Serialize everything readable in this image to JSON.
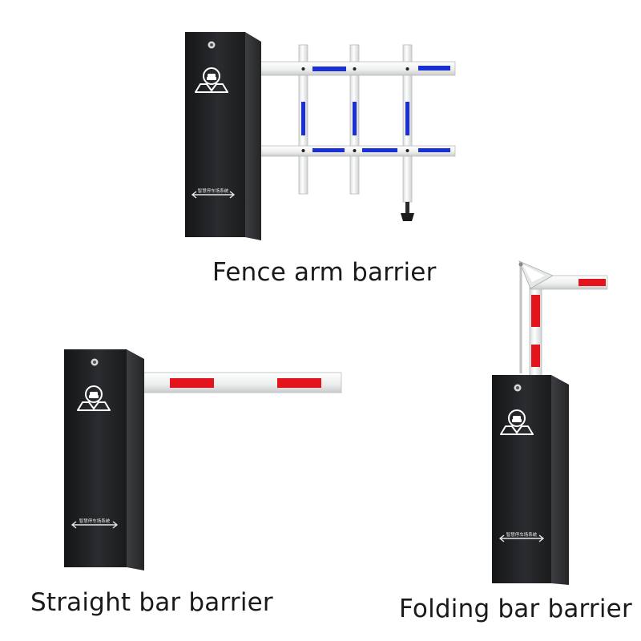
{
  "captions": {
    "fence": "Fence arm barrier",
    "straight": "Straight bar barrier",
    "folding": "Folding bar barrier"
  },
  "cabinet_panel_text": "智慧停车场系统",
  "icons": {
    "logo": "parking-car-pin-icon",
    "arrows": "double-arrow-icon"
  },
  "colors": {
    "cabinet": "#1e1f21",
    "arm": "#f2f2f2",
    "fence_stripe": "#1b2fd6",
    "bar_stripe": "#e4141c"
  }
}
